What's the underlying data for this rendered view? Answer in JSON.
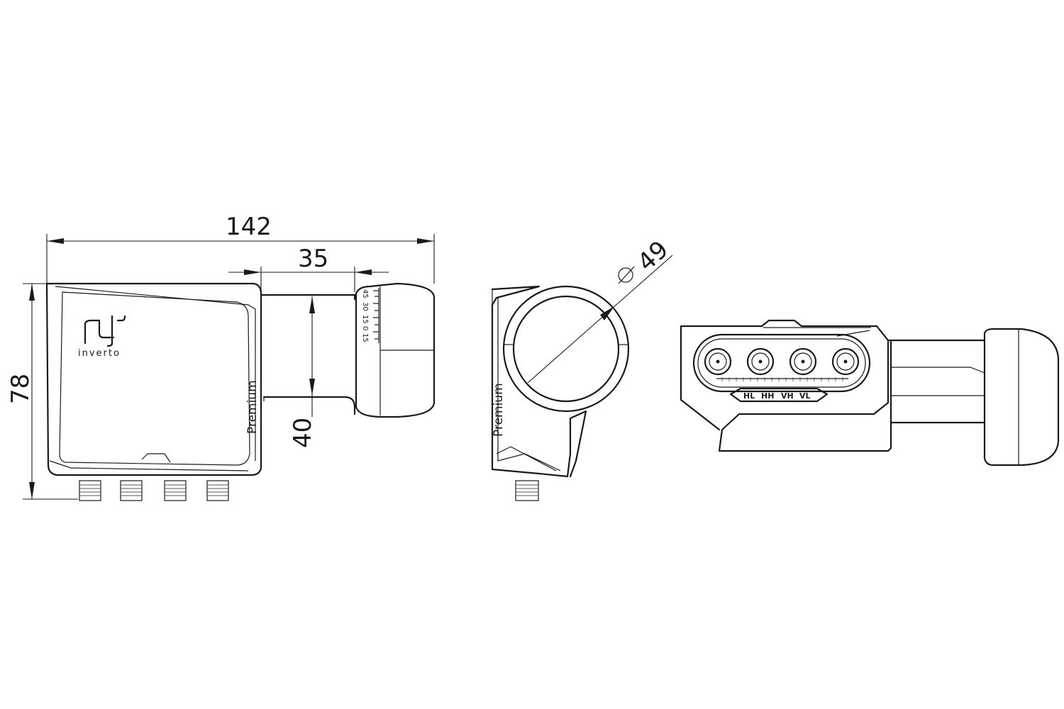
{
  "dimensions": {
    "overall_length": "142",
    "feed_length": "35",
    "feed_offset": "40",
    "height": "78",
    "diameter_symbol": "∅",
    "diameter": "49"
  },
  "labels": {
    "brand": "inverto",
    "model_line": "Premium",
    "ports": [
      "HL",
      "HH",
      "VH",
      "VL"
    ],
    "skew_scale": [
      "45",
      "30",
      "15",
      "0",
      "15"
    ]
  }
}
